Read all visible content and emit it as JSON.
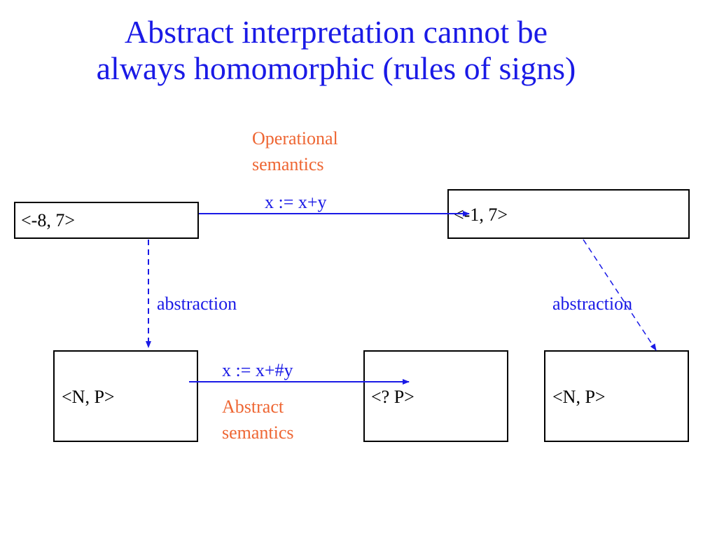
{
  "title": {
    "line1": "Abstract interpretation cannot be",
    "line2": "always homomorphic (rules of signs)"
  },
  "concrete": {
    "source_state": "<-8, 7>",
    "target_state": "<-1, 7>",
    "operation": "x := x+y",
    "semantics_label": {
      "line1": "Operational",
      "line2": "semantics"
    }
  },
  "abstract": {
    "source_state": "<N, P>",
    "result_state": "<? P>",
    "abstraction_of_target": "<N, P>",
    "operation": "x := x+#y",
    "semantics_label": {
      "line1": "Abstract",
      "line2": "semantics"
    }
  },
  "abstraction_labels": {
    "left": "abstraction",
    "right": "abstraction"
  },
  "colors": {
    "title": "#1a1ae6",
    "arrow": "#1a1ae6",
    "semantics_label": "#ee6633",
    "box_border": "#000000"
  }
}
